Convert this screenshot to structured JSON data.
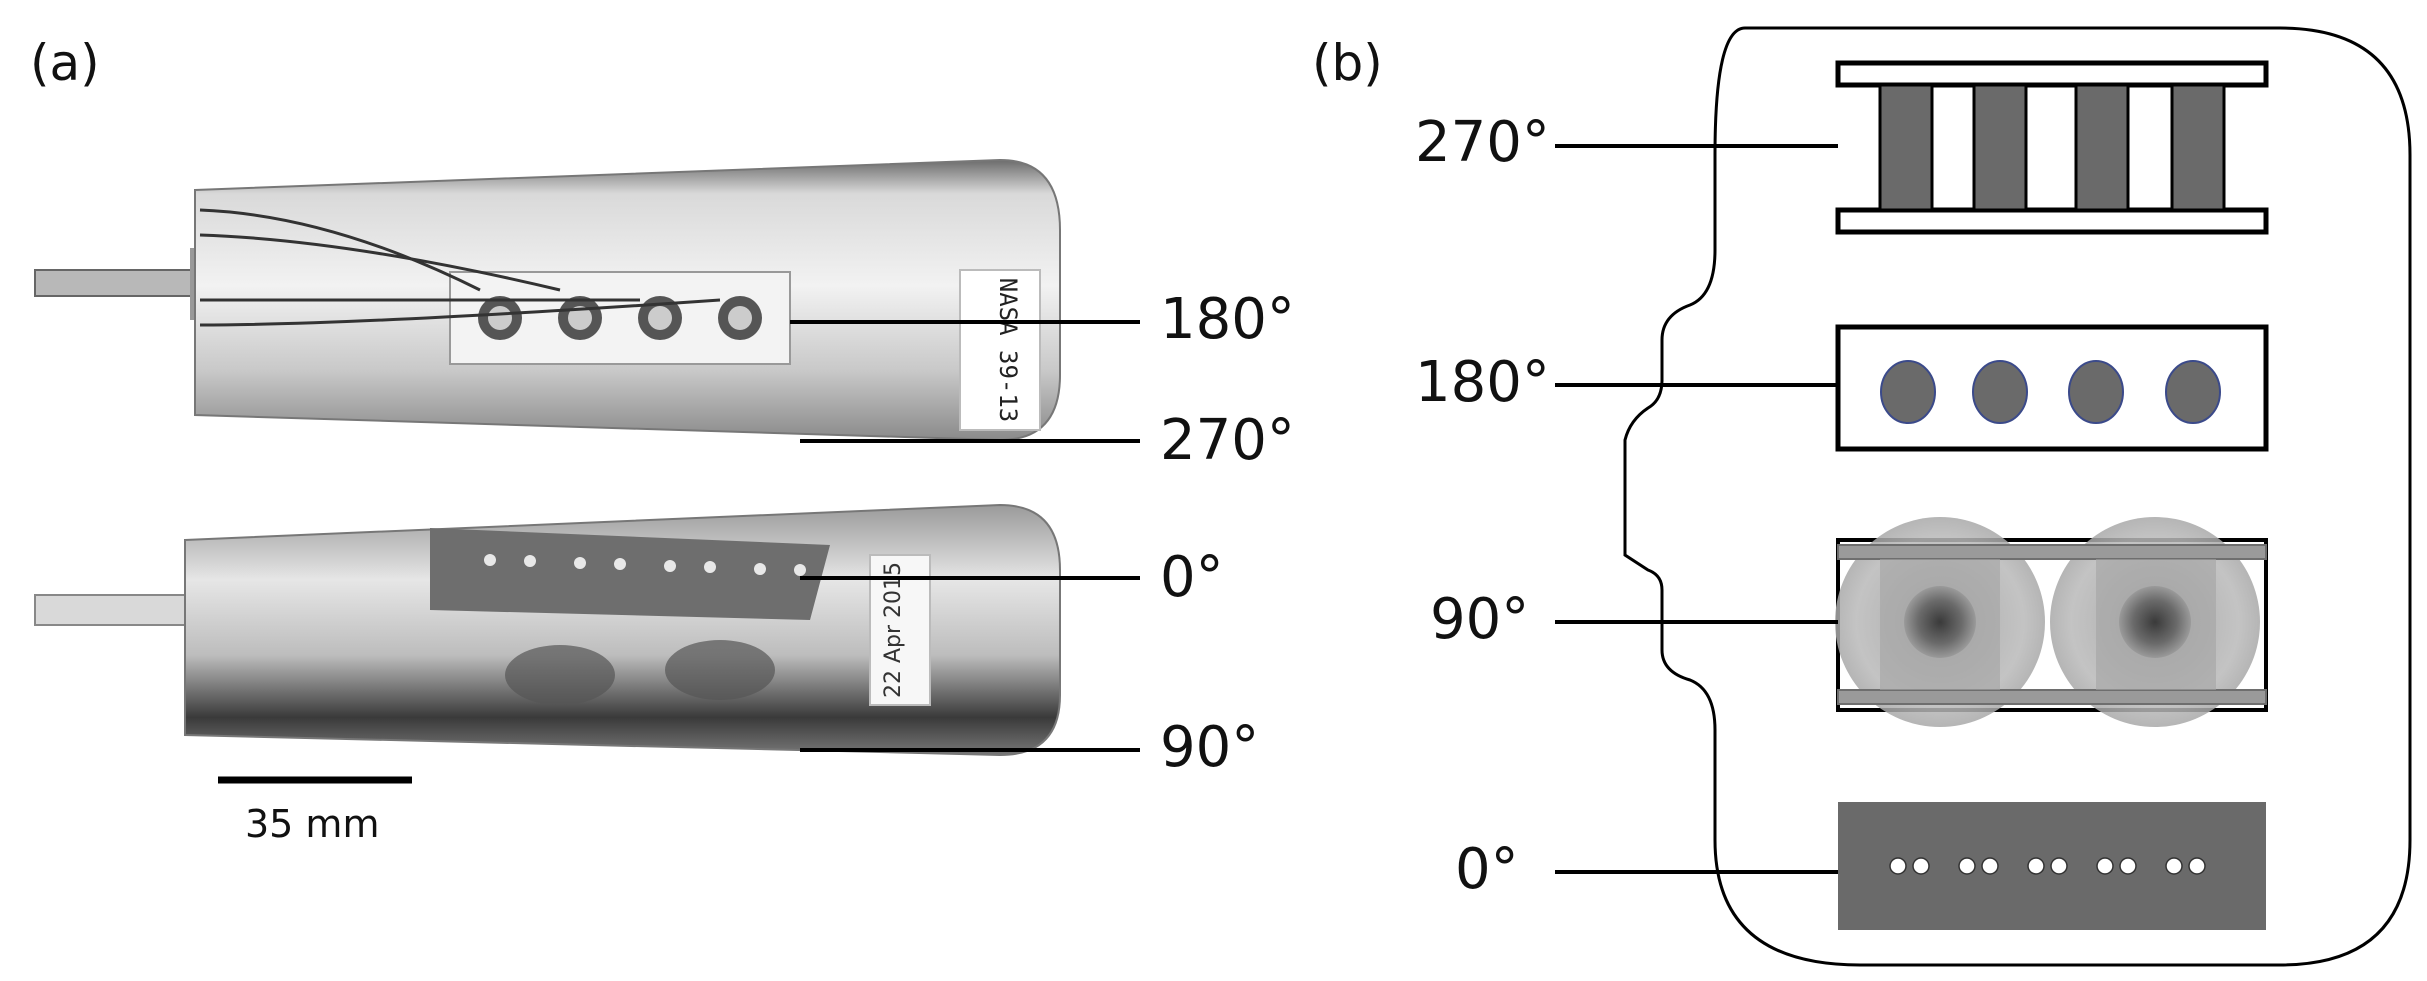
{
  "panels": {
    "a": {
      "label": "(a)"
    },
    "b": {
      "label": "(b)"
    }
  },
  "photo": {
    "angles": [
      "180°",
      "270°",
      "0°",
      "90°"
    ],
    "scale_bar": "35 mm",
    "tube_top_text": "NASA 39-13",
    "tube_bottom_text": "22 Apr 2015"
  },
  "schematic": {
    "angles": [
      "270°",
      "180°",
      "90°",
      "0°"
    ]
  }
}
